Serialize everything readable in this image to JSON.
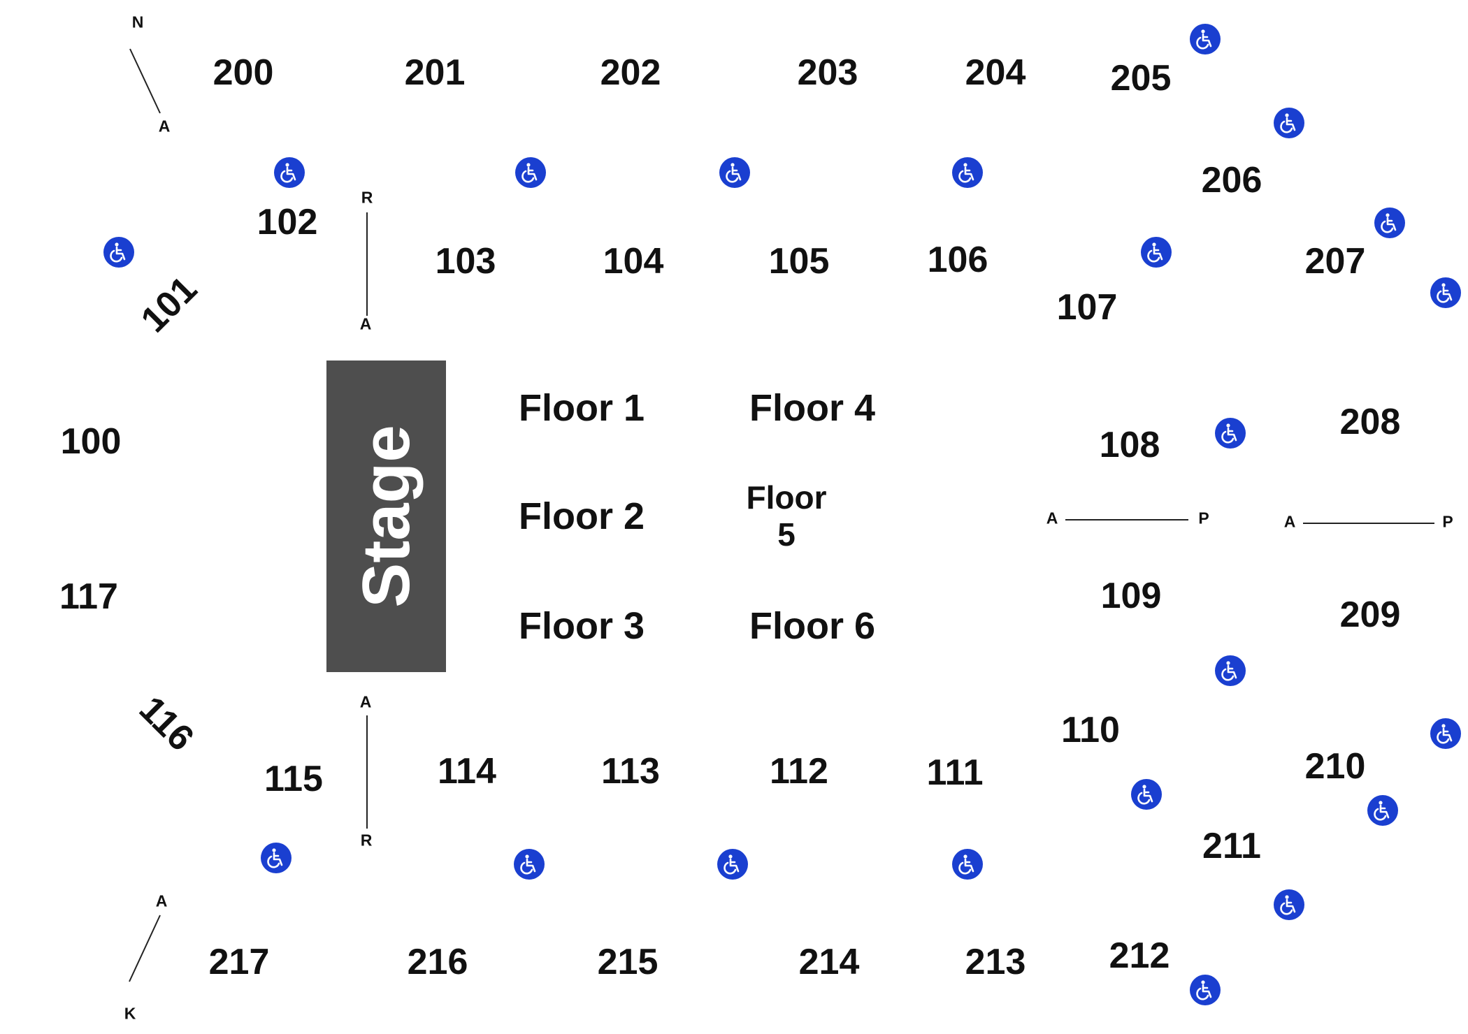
{
  "sections": {
    "s200": "200",
    "s201": "201",
    "s202": "202",
    "s203": "203",
    "s204": "204",
    "s205": "205",
    "s206": "206",
    "s207": "207",
    "s208": "208",
    "s209": "209",
    "s210": "210",
    "s211": "211",
    "s212": "212",
    "s213": "213",
    "s214": "214",
    "s215": "215",
    "s216": "216",
    "s217": "217",
    "s100": "100",
    "s101": "101",
    "s102": "102",
    "s103": "103",
    "s104": "104",
    "s105": "105",
    "s106": "106",
    "s107": "107",
    "s108": "108",
    "s109": "109",
    "s110": "110",
    "s111": "111",
    "s112": "112",
    "s113": "113",
    "s114": "114",
    "s115": "115",
    "s116": "116",
    "s117": "117"
  },
  "floors": {
    "f1": "Floor 1",
    "f2": "Floor 2",
    "f3": "Floor 3",
    "f4": "Floor 4",
    "f5a": "Floor",
    "f5b": "5",
    "f6": "Floor 6"
  },
  "stage": "Stage",
  "row_labels": {
    "nw_top": "N",
    "nw_bottom": "A",
    "top_r": "R",
    "top_a": "A",
    "bottom_a": "A",
    "bottom_r": "R",
    "sw_top": "A",
    "sw_bottom": "K",
    "mid1_a": "A",
    "mid1_p": "P",
    "mid2_a": "A",
    "mid2_p": "P"
  },
  "colors": {
    "accessible_icon": "#1a3fd0",
    "stage_fill": "#4e4e4e",
    "text": "#111111"
  },
  "icons": {
    "accessible": "wheelchair-icon"
  }
}
